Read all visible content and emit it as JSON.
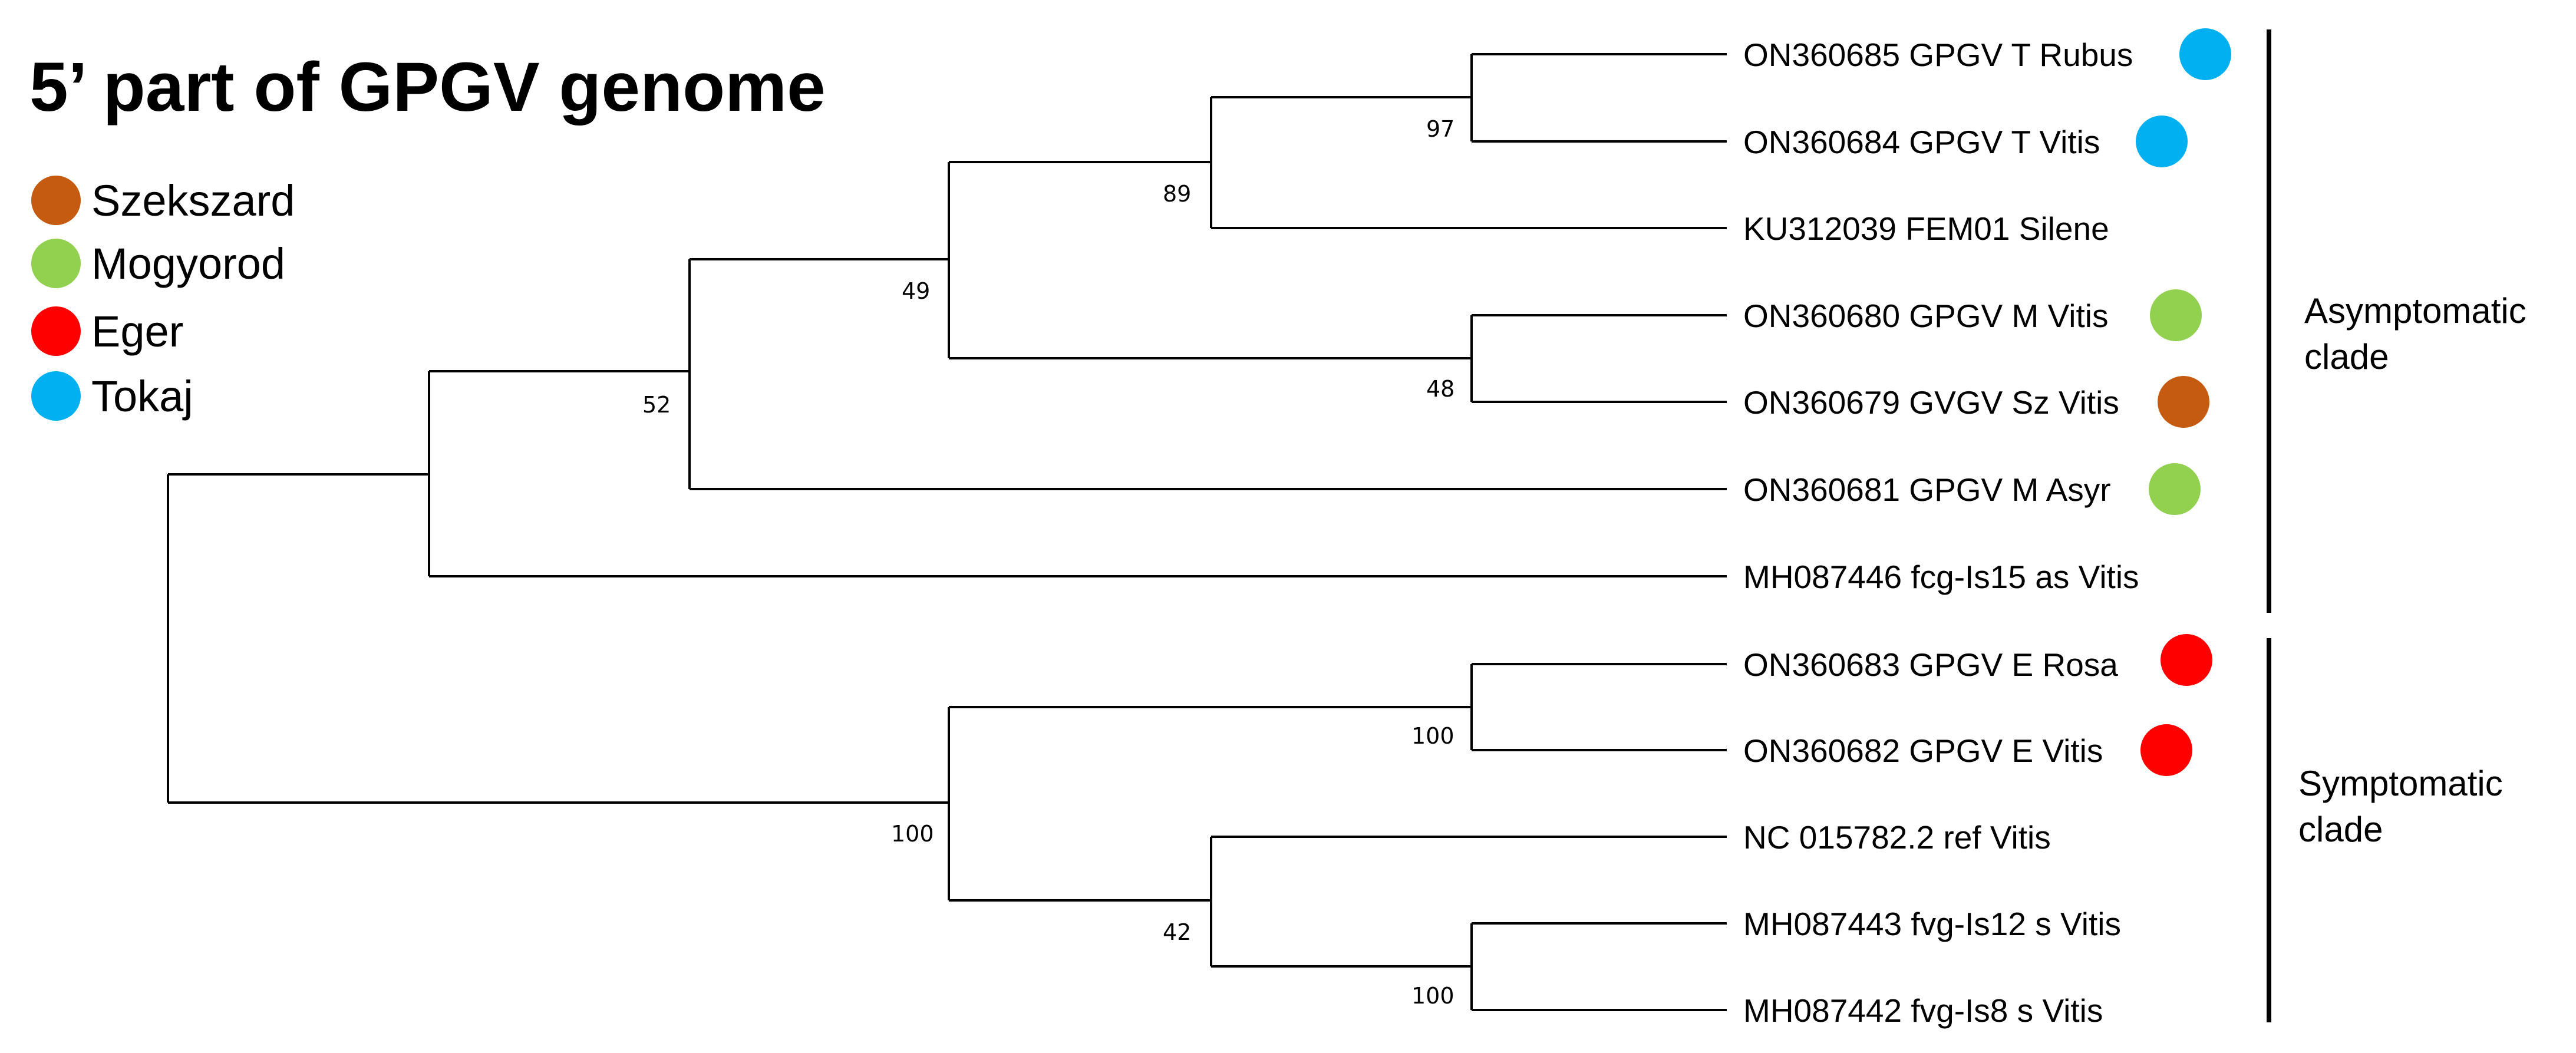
{
  "title": "5’ part of GPGV genome",
  "legend": [
    {
      "label": "Szekszard",
      "color": "#c55a11"
    },
    {
      "label": "Mogyorod",
      "color": "#92d050"
    },
    {
      "label": "Eger",
      "color": "#ff0000"
    },
    {
      "label": "Tokaj",
      "color": "#00b0f0"
    }
  ],
  "leaves": [
    {
      "label": "ON360685 GPGV T Rubus",
      "color": "#00b0f0"
    },
    {
      "label": "ON360684 GPGV T Vitis",
      "color": "#00b0f0"
    },
    {
      "label": "KU312039 FEM01 Silene",
      "color": null
    },
    {
      "label": "ON360680 GPGV M Vitis",
      "color": "#92d050"
    },
    {
      "label": "ON360679 GVGV Sz Vitis",
      "color": "#c55a11"
    },
    {
      "label": "ON360681 GPGV M Asyr",
      "color": "#92d050"
    },
    {
      "label": "MH087446 fcg-Is15 as Vitis",
      "color": null
    },
    {
      "label": "ON360683 GPGV E Rosa",
      "color": "#ff0000"
    },
    {
      "label": "ON360682 GPGV E Vitis",
      "color": "#ff0000"
    },
    {
      "label": "NC 015782.2 ref Vitis",
      "color": null
    },
    {
      "label": "MH087443 fvg-Is12 s Vitis",
      "color": null
    },
    {
      "label": "MH087442 fvg-Is8 s Vitis",
      "color": null
    }
  ],
  "bootstrap": [
    "97",
    "89",
    "49",
    "48",
    "52",
    "100",
    "100",
    "42",
    "100"
  ],
  "clades": [
    {
      "line1": "Asymptomatic",
      "line2": "clade"
    },
    {
      "line1": "Symptomatic",
      "line2": "clade"
    }
  ]
}
